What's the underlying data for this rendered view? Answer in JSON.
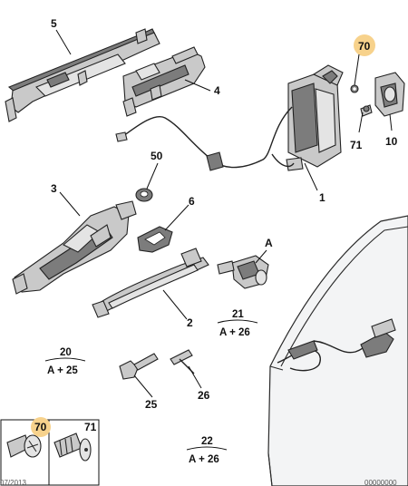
{
  "labels": {
    "p1": "1",
    "p2": "2",
    "p3": "3",
    "p4": "4",
    "p5": "5",
    "p6": "6",
    "p10": "10",
    "p50": "50",
    "p70": "70",
    "p71": "71",
    "p25": "25",
    "p26": "26",
    "pA": "A",
    "box70": "70",
    "box71": "71"
  },
  "references": {
    "r20": {
      "num": "20",
      "sub": "A + 25"
    },
    "r21": {
      "num": "21",
      "sub": "A + 26"
    },
    "r22": {
      "num": "22",
      "sub": "A + 26"
    }
  },
  "footer": {
    "left": "07/2013",
    "right": "00000000"
  },
  "colors": {
    "highlight": "#f7d28c",
    "part": "#c9c9c9",
    "part_dark": "#7c7c7c"
  }
}
